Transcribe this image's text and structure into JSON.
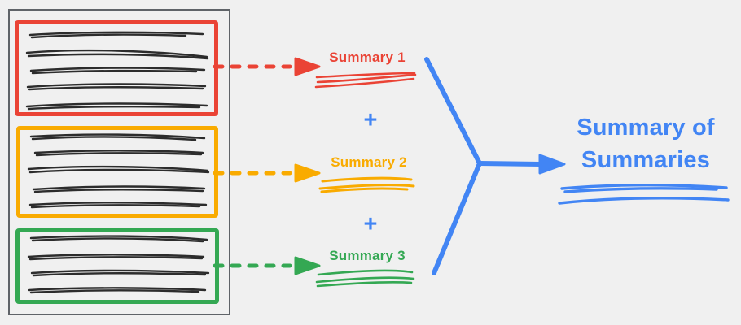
{
  "diagram": {
    "description": "Map-reduce summarization diagram: a document split into three chunks, each summarized, then summaries merged",
    "document": {
      "chunks": [
        {
          "name": "chunk-1",
          "color": "red",
          "text_lines": 5
        },
        {
          "name": "chunk-2",
          "color": "orange",
          "text_lines": 5
        },
        {
          "name": "chunk-3",
          "color": "green",
          "text_lines": 4
        }
      ]
    }
  },
  "labels": {
    "summary1": "Summary 1",
    "summary2": "Summary 2",
    "summary3": "Summary 3",
    "plus": "+",
    "final": "Summary of Summaries"
  },
  "colors": {
    "red": "#EA4335",
    "orange": "#F9AB00",
    "green": "#34A853",
    "blue": "#4285F4",
    "ink": "#212121",
    "docborder": "#5F6368",
    "background": "#F0F0F0"
  }
}
